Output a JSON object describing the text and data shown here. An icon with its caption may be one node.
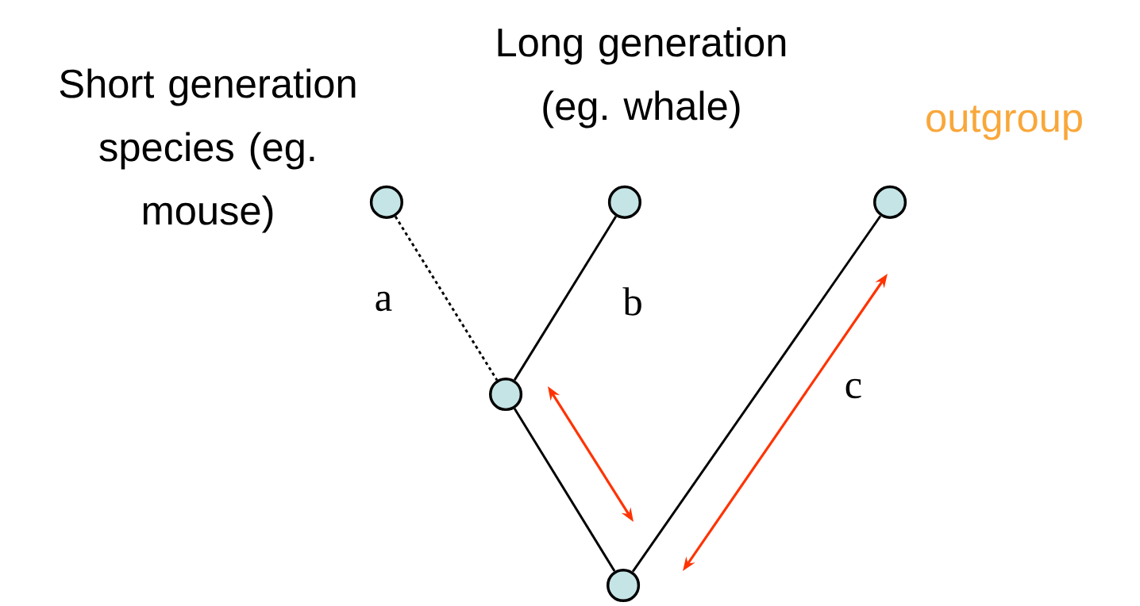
{
  "diagram": {
    "nodes": [
      {
        "text": [
          "Short generation species (eg. mouse)"
        ]
      },
      {
        "text": [
          "Long generation (eg. whale)"
        ]
      },
      {
        "text": [
          "outgroup"
        ]
      },
      {
        "text": [],
        "shape": "circle"
      },
      {
        "text": [],
        "shape": "circle"
      }
    ],
    "edges": [
      {
        "from": 0,
        "to": 3,
        "arrow": "none",
        "style": "dashed",
        "label": "a"
      },
      {
        "from": 1,
        "to": 3,
        "arrow": "none",
        "label": "b"
      },
      {
        "from": 3,
        "to": 4,
        "arrow": "none"
      },
      {
        "from": 4,
        "to": 2,
        "arrow": "none",
        "label": "c"
      }
    ]
  }
}
